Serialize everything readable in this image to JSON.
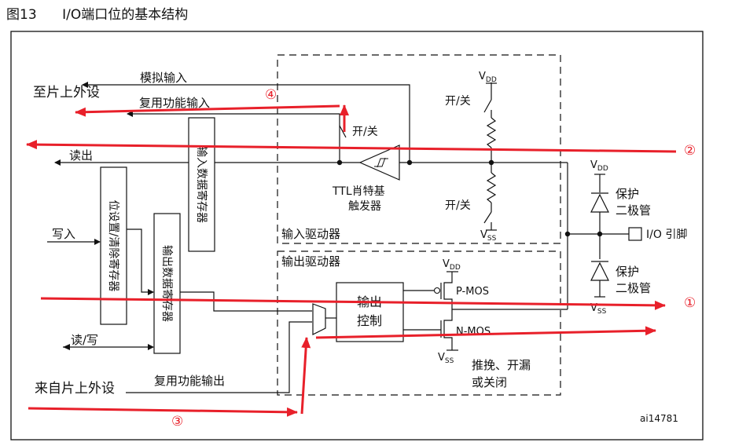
{
  "figure": {
    "number": "图13",
    "title": "I/O端口位的基本结构",
    "id": "ai14781"
  },
  "left": {
    "to_peripheral": "至片上外设",
    "from_peripheral": "来自片上外设",
    "analog_in": "模拟输入",
    "alt_func_in": "复用功能输入",
    "read_out": "读出",
    "write_in": "写入",
    "read_write": "读/写",
    "alt_func_out": "复用功能输出"
  },
  "registers": {
    "input_data": "输入数据寄存器",
    "bit_set_reset": "位设置/清除寄存器",
    "output_data": "输出数据寄存器"
  },
  "input_driver": {
    "label": "输入驱动器",
    "switch_small": "开/关",
    "schmitt_line1": "TTL肖特基",
    "schmitt_line2": "触发器",
    "switch_up": "开/关",
    "switch_down": "开/关",
    "vdd": "V",
    "vdd_sub": "DD",
    "vss": "V",
    "vss_sub": "SS"
  },
  "output_driver": {
    "label": "输出驱动器",
    "control_line1": "输出",
    "control_line2": "控制",
    "pmos": "P-MOS",
    "nmos": "N-MOS",
    "mode_line1": "推挽、开漏",
    "mode_line2": "或关闭",
    "vdd": "V",
    "vdd_sub": "DD",
    "vss": "V",
    "vss_sub": "SS"
  },
  "protection": {
    "diode_top_line1": "保护",
    "diode_top_line2": "二极管",
    "diode_bot_line1": "保护",
    "diode_bot_line2": "二极管",
    "vdd": "V",
    "vdd_sub": "DD",
    "vss": "V",
    "vss_sub": "SS",
    "pin": "I/O 引脚"
  },
  "annotations": {
    "one": "①",
    "two": "②",
    "three": "③",
    "four": "④",
    "color": "#e8202a"
  }
}
